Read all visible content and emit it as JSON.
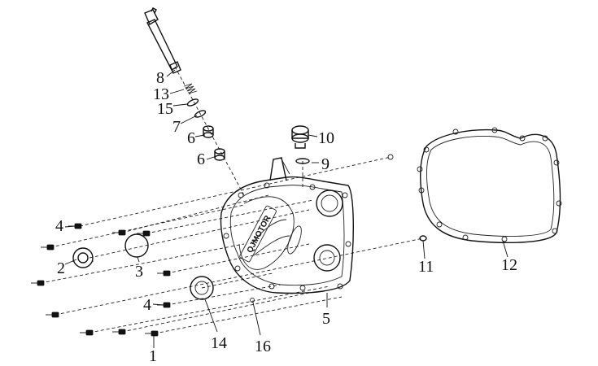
{
  "diagram": {
    "callouts": {
      "p1": "1",
      "p2": "2",
      "p3": "3",
      "p4a": "4",
      "p4b": "4",
      "p5": "5",
      "p6a": "6",
      "p6b": "6",
      "p7": "7",
      "p8": "8",
      "p9": "9",
      "p10": "10",
      "p11": "11",
      "p12": "12",
      "p13": "13",
      "p14": "14",
      "p15": "15",
      "p16": "16"
    },
    "cover_logo": "QJMOTOR"
  }
}
